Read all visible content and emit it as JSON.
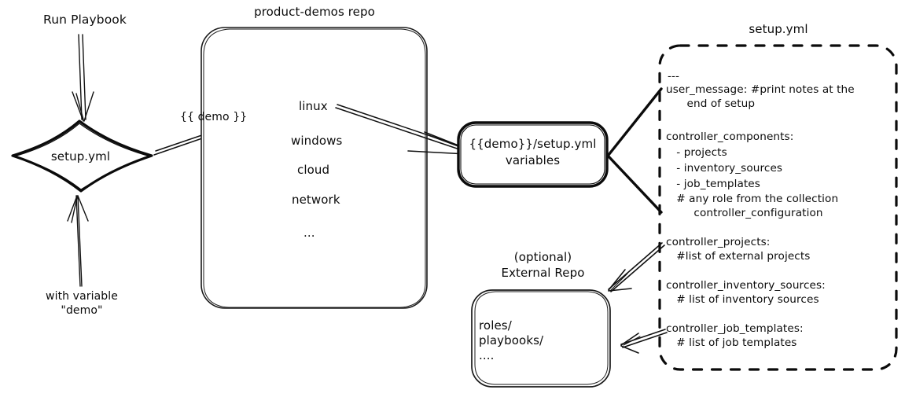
{
  "diagram": {
    "title_nodes": {
      "repo_title": "product-demos repo",
      "setup_yml_title": "setup.yml",
      "external_repo_title_line1": "(optional)",
      "external_repo_title_line2": "External Repo"
    },
    "run_playbook_label": "Run Playbook",
    "with_variable_line1": "with variable",
    "with_variable_line2": "\"demo\"",
    "diamond_label": "setup.yml",
    "demo_edge_label": "{{ demo }}",
    "repo_items": [
      "linux",
      "windows",
      "cloud",
      "network",
      "..."
    ],
    "vars_box_line1": "{{demo}}/setup.yml",
    "vars_box_line2": "variables",
    "external_repo_items": [
      "roles/",
      "playbooks/",
      "...."
    ],
    "setup_yml_content": [
      "---",
      "user_message: #print notes at the",
      "      end of setup",
      "",
      "controller_components:",
      "   - projects",
      "   - inventory_sources",
      "   - job_templates",
      "   # any role from the collection",
      "        controller_configuration",
      "",
      "controller_projects:",
      "   #list of external projects",
      "",
      "controller_inventory_sources:",
      "   # list of inventory sources",
      "",
      "controller_job_templates:",
      "   # list of job templates"
    ],
    "colors": {
      "ink": "#0b0b0b",
      "stroke": "#111111",
      "background": "#ffffff"
    }
  }
}
